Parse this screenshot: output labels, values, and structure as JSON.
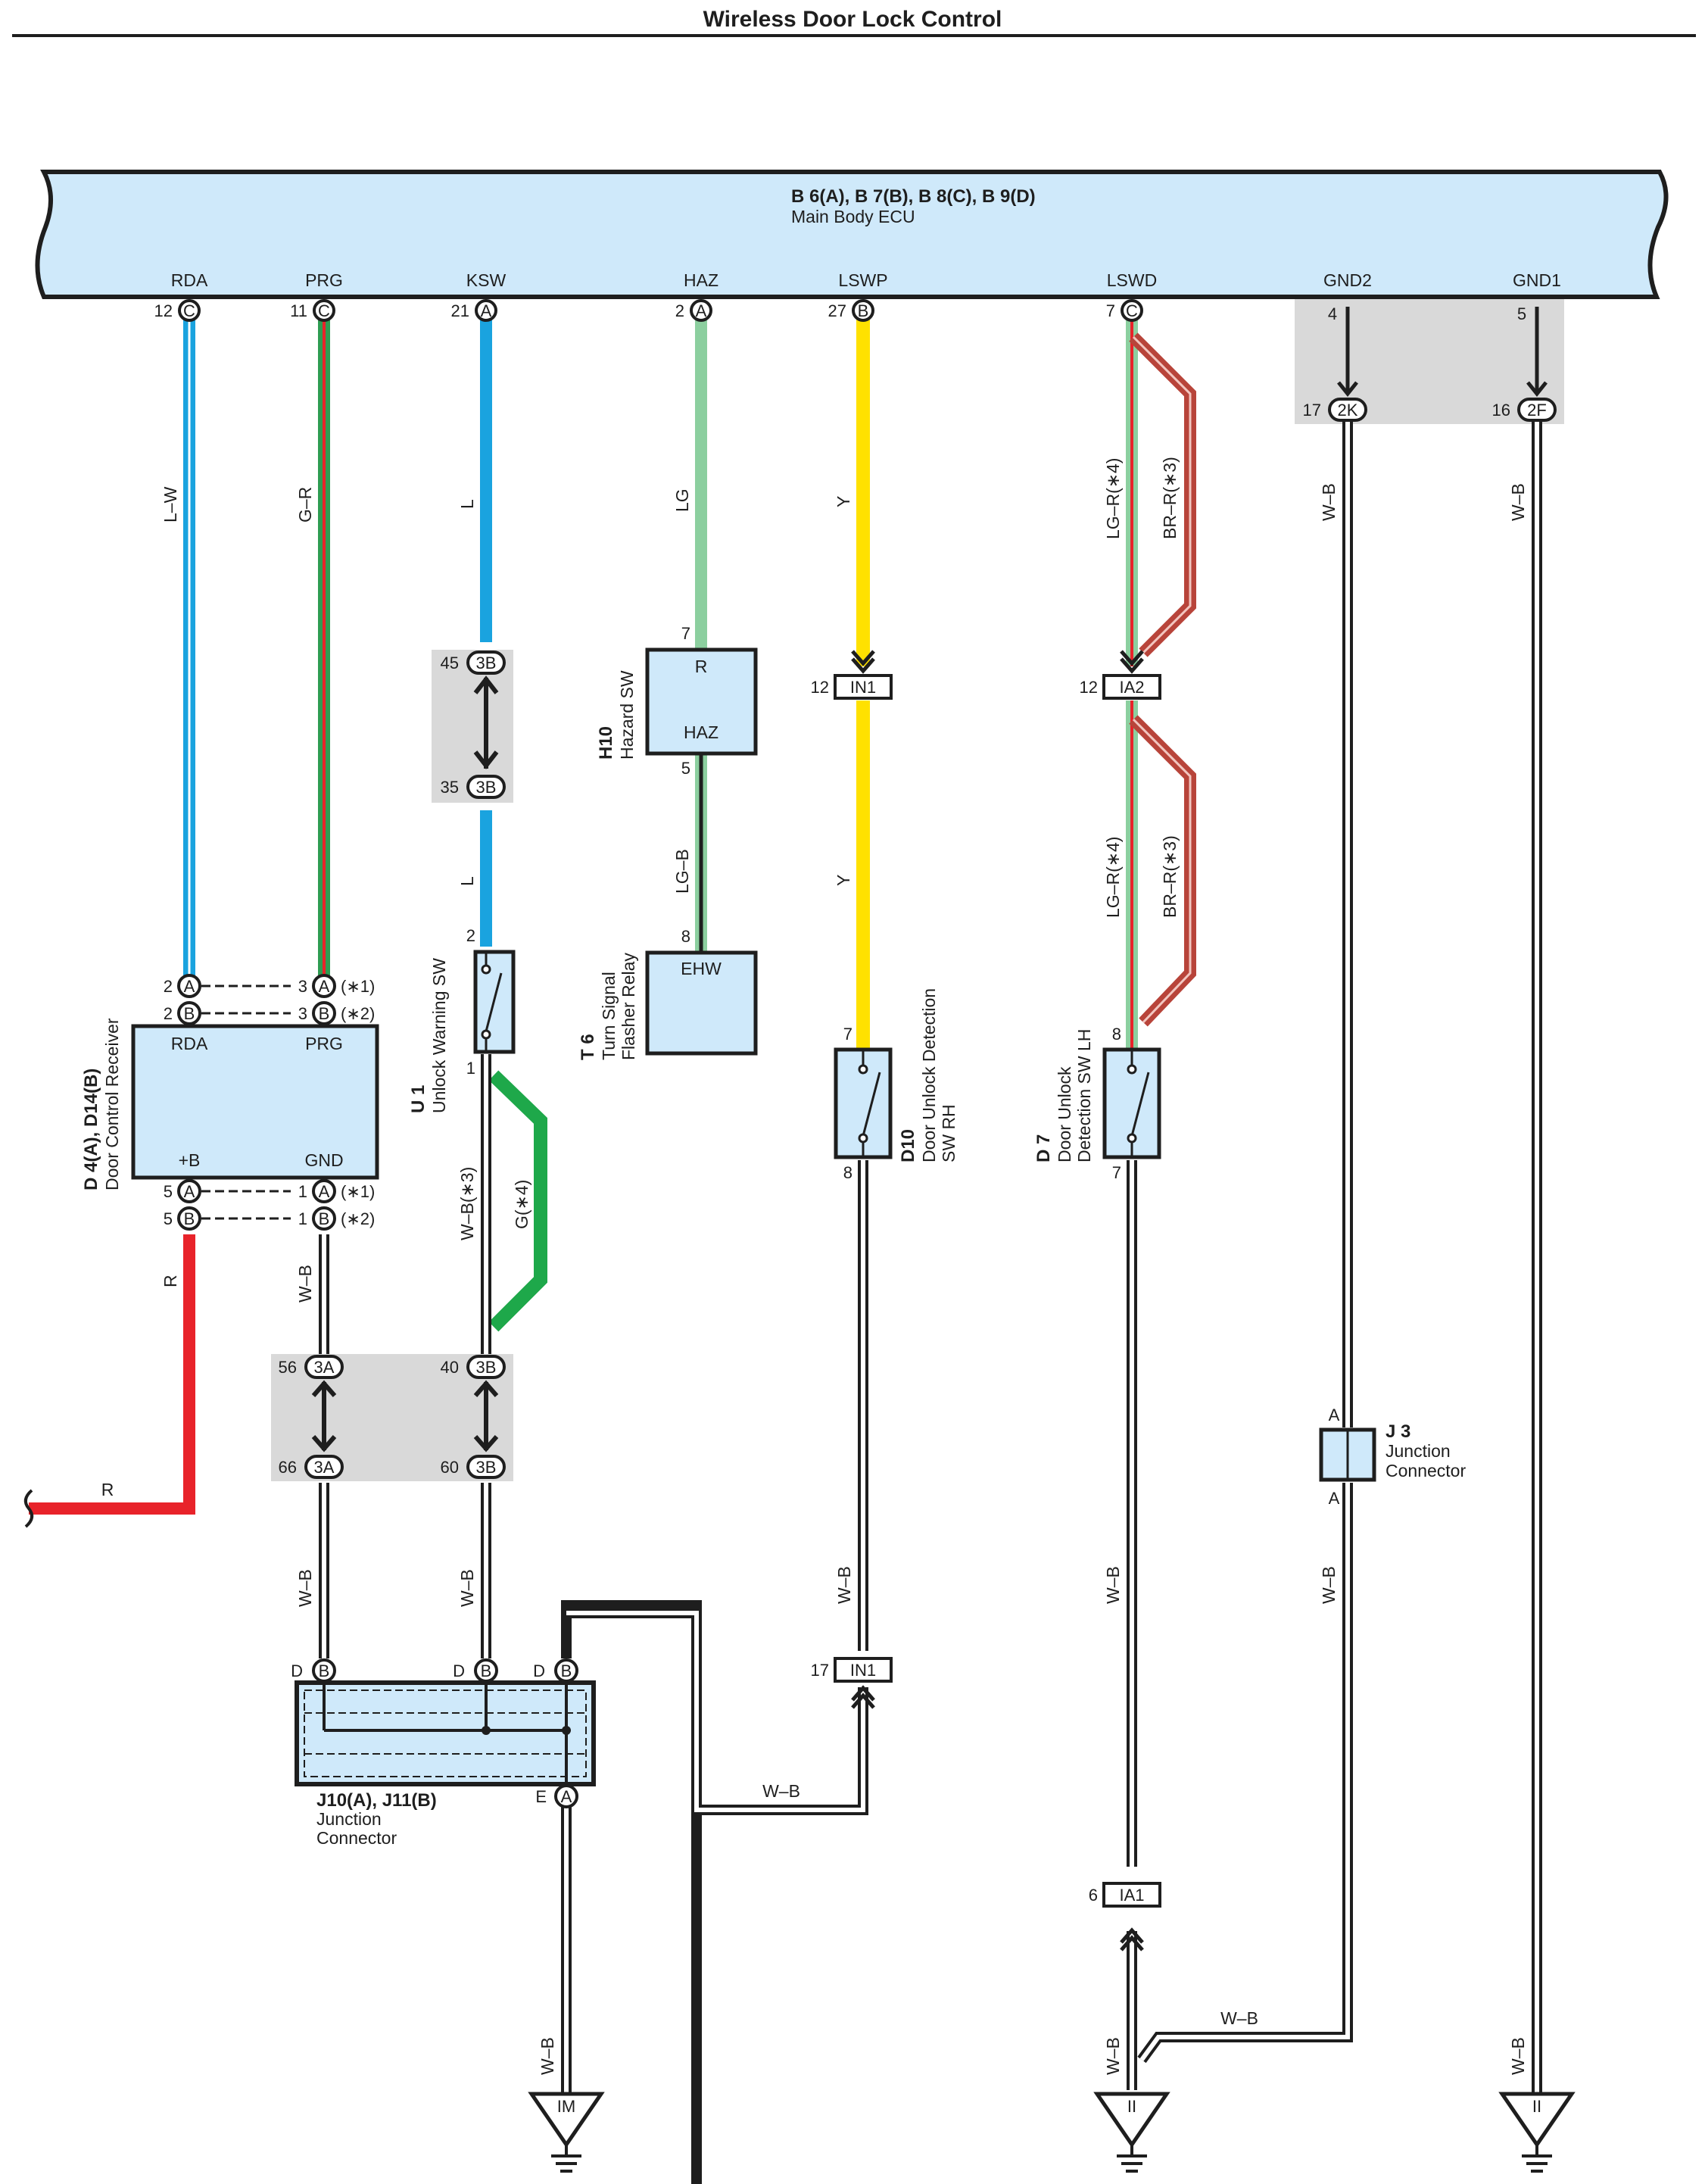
{
  "title": "Wireless Door Lock Control",
  "ecu": {
    "code": "B 6(A), B 7(B), B 8(C), B 9(D)",
    "name": "Main Body ECU",
    "terminals": [
      {
        "label": "RDA",
        "pin": "12",
        "conn": "C"
      },
      {
        "label": "PRG",
        "pin": "11",
        "conn": "C"
      },
      {
        "label": "KSW",
        "pin": "21",
        "conn": "A"
      },
      {
        "label": "HAZ",
        "pin": "2",
        "conn": "A"
      },
      {
        "label": "LSWP",
        "pin": "27",
        "conn": "B"
      },
      {
        "label": "LSWD",
        "pin": "7",
        "conn": "C"
      },
      {
        "label": "GND2",
        "pin": "4"
      },
      {
        "label": "GND1",
        "pin": "5"
      }
    ]
  },
  "wires": {
    "lw": "L–W",
    "gr": "G–R",
    "l1": "L",
    "l2": "L",
    "lg": "LG",
    "lgb": "LG–B",
    "y1": "Y",
    "y2": "Y",
    "lgr4a": "LG–R(∗4)",
    "brr3a": "BR–R(∗3)",
    "lgr4b": "LG–R(∗4)",
    "brr3b": "BR–R(∗3)",
    "r1": "R",
    "r2": "R",
    "wb1": "W–B",
    "wb3": "W–B(∗3)",
    "g4": "G(∗4)",
    "wb2": "W–B",
    "wb4": "W–B",
    "wb5": "W–B",
    "wb6": "W–B",
    "wb7": "W–B",
    "wb8": "W–B",
    "wb9": "W–B",
    "wb10": "W–B",
    "wb11": "W–B",
    "wb12": "W–B",
    "wb13": "W–B",
    "wb14": "W–B",
    "wb15": "W–B"
  },
  "pins": {
    "p12": "12",
    "c1": "C",
    "p11": "11",
    "c2": "C",
    "p21": "21",
    "a1": "A",
    "p2": "2",
    "a2": "A",
    "p27": "27",
    "b1": "B",
    "p7": "7",
    "c3": "C",
    "p4": "4",
    "p5": "5",
    "p17": "17",
    "k2k": "2K",
    "p16": "16",
    "k2f": "2F",
    "p45": "45",
    "k3b1": "3B",
    "p35": "35",
    "k3b2": "3B",
    "h7": "7",
    "h5": "5",
    "t8": "8",
    "in1_12": "12",
    "in1a": "IN1",
    "ia2_12": "12",
    "ia2": "IA2",
    "u2": "2",
    "u1": "1",
    "d10_7": "7",
    "d10_8": "8",
    "d7_8": "8",
    "d7_7": "7",
    "dA2": "2",
    "dA": "A",
    "dA3": "3",
    "dA_A": "A",
    "ast1": "(∗1)",
    "dB2": "2",
    "dB": "B",
    "dB3": "3",
    "dB_B": "B",
    "ast2": "(∗2)",
    "dA5": "5",
    "dA5c": "A",
    "dA1": "1",
    "dA1c": "A",
    "ast3": "(∗1)",
    "dB5": "5",
    "dB5c": "B",
    "dB1": "1",
    "dB1c": "B",
    "ast4": "(∗2)",
    "p56": "56",
    "k3a1": "3A",
    "p40": "40",
    "k3b3": "3B",
    "p66": "66",
    "k3a2": "3A",
    "p60": "60",
    "k3b4": "3B",
    "jD1": "D",
    "jB1": "B",
    "jD2": "D",
    "jB2": "B",
    "jD3": "D",
    "jB3": "B",
    "jE": "E",
    "jA": "A",
    "in1_17": "17",
    "in1b": "IN1",
    "ia1_6": "6",
    "ia1": "IA1",
    "j3a1": "A",
    "j3a2": "A"
  },
  "components": {
    "d4": {
      "code": "D 4(A), D14(B)",
      "name": "Door Control Receiver",
      "rda": "RDA",
      "prg": "PRG",
      "b": "+B",
      "gnd": "GND"
    },
    "h10": {
      "code": "H10",
      "name": "Hazard SW",
      "r": "R",
      "haz": "HAZ"
    },
    "t6": {
      "code": "T 6",
      "name1": "Turn Signal",
      "name2": "Flasher Relay",
      "ehw": "EHW"
    },
    "u1": {
      "code": "U 1",
      "name": "Unlock Warning SW"
    },
    "d10": {
      "code": "D10",
      "name1": "Door Unlock Detection",
      "name2": "SW RH"
    },
    "d7": {
      "code": "D 7",
      "name1": "Door Unlock",
      "name2": "Detection SW LH"
    },
    "j10": {
      "code": "J10(A), J11(B)",
      "name1": "Junction",
      "name2": "Connector"
    },
    "j3": {
      "code": "J 3",
      "name1": "Junction",
      "name2": "Connector"
    }
  },
  "grounds": [
    "IM",
    "II",
    "II"
  ],
  "colors": {
    "ecu_fill": "#cfe9fa",
    "blue_wire": "#1aa3df",
    "green_red_wire": "#2e9c52",
    "light_green_wire": "#8ccf9f",
    "yellow_wire": "#ffe100",
    "brown_red_wire": "#b8443a",
    "red_wire": "#e8232a",
    "green_wire": "#1ea84a",
    "connector_shade": "#d9d9d9"
  }
}
